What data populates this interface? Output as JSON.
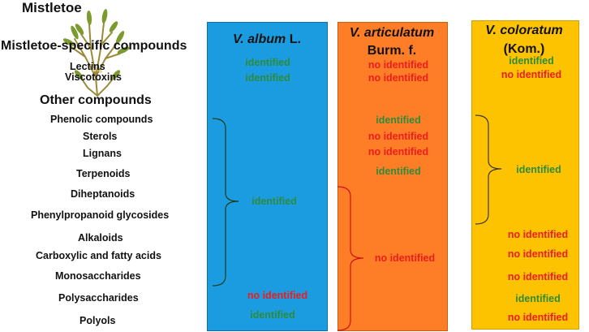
{
  "labels": {
    "mistletoe": "Mistletoe",
    "mistletoe_specific": "Mistletoe-specific compounds",
    "lectins": "Lectins",
    "viscotoxins": "Viscotoxins",
    "other_compounds": "Other compounds",
    "phenolic": "Phenolic compounds",
    "sterols": "Sterols",
    "lignans": "Lignans",
    "terpenoids": "Terpenoids",
    "diheptanoids": "Diheptanoids",
    "phenylpropanoid": "Phenylpropanoid glycosides",
    "alkaloids": "Alkaloids",
    "carboxylic": "Carboxylic and fatty acids",
    "monosaccharides": "Monosaccharides",
    "polysaccharides": "Polysaccharides",
    "polyols": "Polyols"
  },
  "columns": {
    "album": {
      "species": "V. album",
      "author": "L.",
      "color": "#1b9ce0",
      "lectins": "identified",
      "viscotoxins": "identified",
      "group_bracket": "identified",
      "polysaccharides": "no identified",
      "polyols": "identified"
    },
    "articulatum": {
      "species": "V. articulatum",
      "author": "Burm. f.",
      "color": "#fe7e27",
      "lectins": "no identified",
      "viscotoxins": "no identified",
      "phenolic": "identified",
      "sterols": "no identified",
      "lignans": "no identified",
      "terpenoids": "identified",
      "lower_bracket": "no identified"
    },
    "coloratum": {
      "species": "V. coloratum",
      "author": "(Kom.)",
      "color": "#fec300",
      "lectins": "identified",
      "viscotoxins": "no identified",
      "group_bracket": "identified",
      "alkaloids": "no identified",
      "carboxylic": "no identified",
      "monosaccharides": "no identified",
      "polysaccharides": "identified",
      "polyols": "no identified"
    }
  },
  "colors": {
    "identified": "#2e8b3b",
    "no_identified": "#ee1c1c"
  }
}
